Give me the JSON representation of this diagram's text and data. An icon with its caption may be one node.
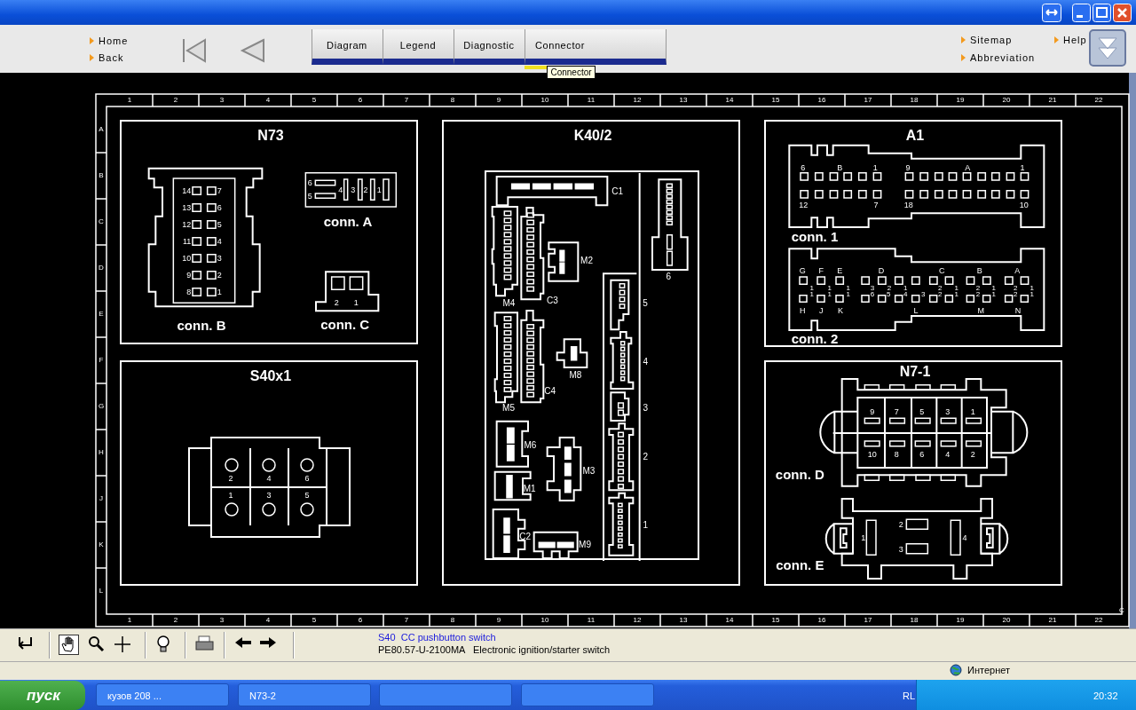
{
  "diagram": {
    "nodes": [
      {
        "text": [
          "N73"
        ]
      },
      {
        "text": [
          "14",
          "7",
          "13",
          "6",
          "12",
          "5",
          "11",
          "4",
          "10",
          "3",
          "9",
          "2",
          "8",
          "1",
          "conn. B"
        ],
        "in": 0
      },
      {
        "text": [
          "6",
          "4",
          "3",
          "2",
          "1",
          "5",
          "conn. A"
        ],
        "in": 0
      },
      {
        "text": [
          "2",
          "1",
          "conn. C"
        ],
        "in": 0
      },
      {
        "text": [
          "S40x1"
        ]
      },
      {
        "text": [
          "2",
          "4",
          "6",
          "1",
          "3",
          "5"
        ],
        "in": 4
      },
      {
        "text": [
          "K40/2"
        ]
      },
      {
        "text": [],
        "shape": "box",
        "in": 6
      },
      {
        "text": [
          "C1"
        ],
        "in": 7
      },
      {
        "text": [
          "M4"
        ],
        "in": 7
      },
      {
        "text": [
          "C3"
        ],
        "in": 7
      },
      {
        "text": [
          "M2"
        ],
        "in": 7
      },
      {
        "text": [
          "M5"
        ],
        "in": 7
      },
      {
        "text": [
          "C4"
        ],
        "in": 7
      },
      {
        "text": [
          "M8"
        ],
        "in": 7
      },
      {
        "text": [
          "M6"
        ],
        "in": 7
      },
      {
        "text": [
          "M3"
        ],
        "in": 7
      },
      {
        "text": [
          "M1"
        ],
        "in": 7
      },
      {
        "text": [
          "C2"
        ],
        "in": 7
      },
      {
        "text": [
          "M9"
        ],
        "in": 7
      },
      {
        "text": [
          "6"
        ],
        "in": 7
      },
      {
        "text": [
          "5"
        ],
        "in": 7
      },
      {
        "text": [
          "4"
        ],
        "in": 7
      },
      {
        "text": [
          "3"
        ],
        "in": 7
      },
      {
        "text": [
          "2"
        ],
        "in": 7
      },
      {
        "text": [
          "1"
        ],
        "in": 7
      },
      {
        "text": [
          "A1"
        ]
      },
      {
        "text": [
          "6",
          "B",
          "1",
          "9",
          "A",
          "1",
          "12",
          "7",
          "18",
          "10",
          "conn. 1"
        ],
        "in": 26
      },
      {
        "text": [
          "G",
          "F",
          "E",
          "D",
          "C",
          "B",
          "A",
          "1",
          "1",
          "1",
          "3",
          "2",
          "1",
          "2",
          "1",
          "2",
          "1",
          "2",
          "1",
          "1",
          "1",
          "1",
          "6",
          "5",
          "4",
          "3",
          "2",
          "1",
          "2",
          "1",
          "2",
          "1",
          "H",
          "J",
          "K",
          "L",
          "M",
          "N",
          "conn. 2"
        ],
        "in": 26
      },
      {
        "text": [
          "N7-1"
        ]
      },
      {
        "text": [
          "9",
          "7",
          "5",
          "3",
          "1",
          "10",
          "8",
          "6",
          "4",
          "2",
          "conn. D"
        ],
        "in": 29
      },
      {
        "text": [
          "2",
          "1",
          "4",
          "3",
          "conn. E"
        ],
        "in": 29
      }
    ],
    "labels": [
      "Home",
      "Back",
      "Diagram",
      "Legend",
      "Diagnostic",
      "Connector",
      "Connector",
      "Sitemap",
      "Help",
      "Abbreviation",
      "1",
      "2",
      "3",
      "4",
      "5",
      "6",
      "7",
      "8",
      "9",
      "10",
      "11",
      "12",
      "13",
      "14",
      "15",
      "16",
      "17",
      "18",
      "19",
      "20",
      "21",
      "22",
      "A",
      "B",
      "C",
      "D",
      "E",
      "F",
      "G",
      "H",
      "J",
      "K",
      "L",
      "1",
      "2",
      "3",
      "4",
      "5",
      "6",
      "7",
      "8",
      "9",
      "10",
      "11",
      "12",
      "13",
      "14",
      "15",
      "16",
      "17",
      "18",
      "19",
      "20",
      "21",
      "22",
      "C",
      "S40  CC pushbutton switch",
      "PE80.57-U-2100MA   Electronic ignition/starter switch",
      "Интернет",
      "пуск",
      "кузов 208 ...",
      "N73-2",
      "RL",
      "20:32"
    ]
  }
}
